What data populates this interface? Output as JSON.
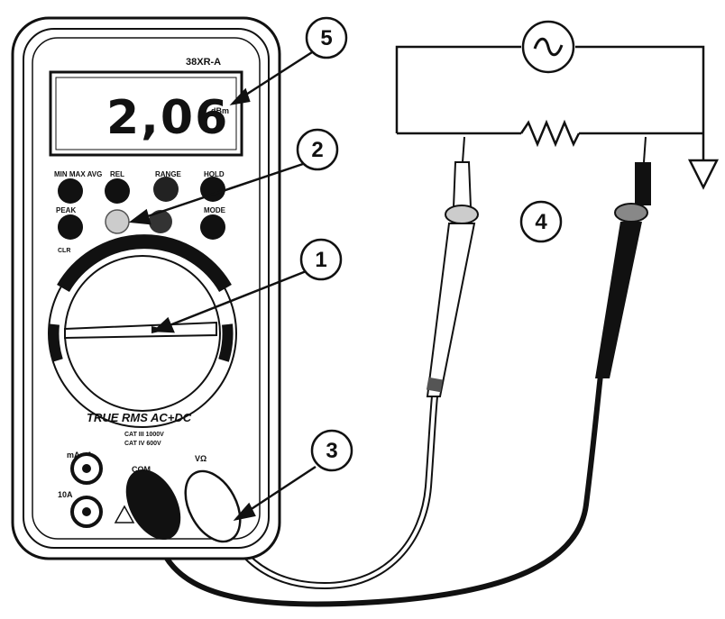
{
  "meter": {
    "model": "38XR-A",
    "display_value": "2,06",
    "display_unit": "dBm",
    "buttons_row1": [
      "MIN MAX AVG",
      "REL",
      "RANGE",
      "HOLD"
    ],
    "buttons_row2_left": "PEAK",
    "buttons_row2_left_sub": "CLR",
    "buttons_row2_right": "MODE",
    "front_text": "TRUE RMS AC+DC",
    "cat_text_1": "CAT III 1000V",
    "cat_text_2": "CAT IV 600V",
    "jack_ma": "mA μA",
    "jack_10a": "10A",
    "jack_com": "COM",
    "jack_v": "VΩ"
  },
  "callouts": [
    "1",
    "2",
    "3",
    "4",
    "5"
  ],
  "circuit": {
    "source_symbol": "~"
  }
}
